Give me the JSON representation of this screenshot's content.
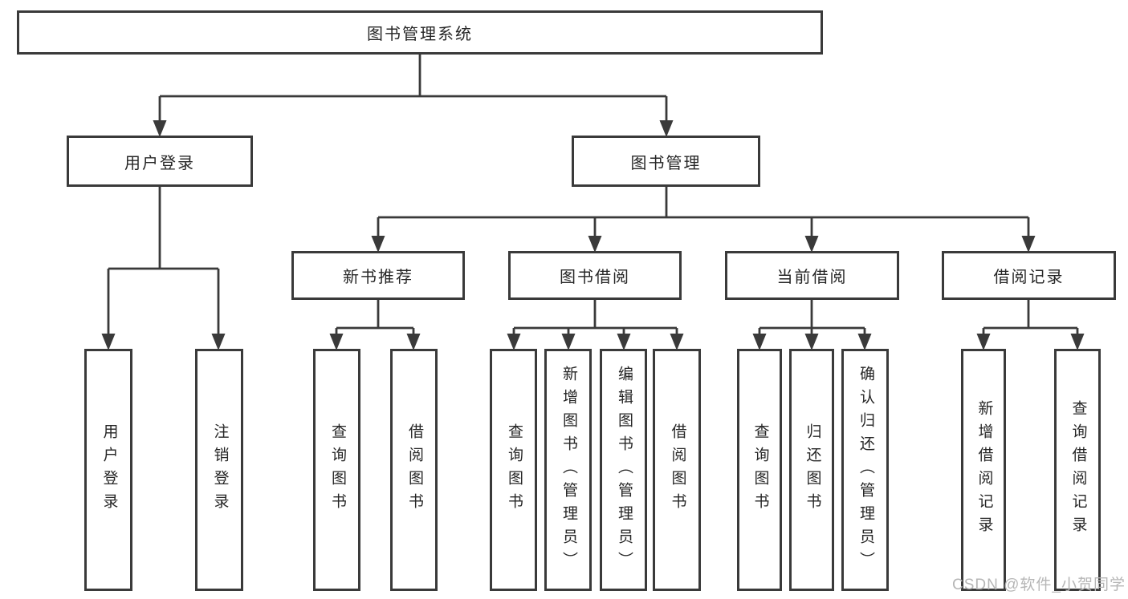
{
  "tree": {
    "label": "图书管理系统",
    "children": [
      {
        "label": "用户登录",
        "children": [
          {
            "label": "用户登录"
          },
          {
            "label": "注销登录"
          }
        ]
      },
      {
        "label": "图书管理",
        "children": [
          {
            "label": "新书推荐",
            "children": [
              {
                "label": "查询图书"
              },
              {
                "label": "借阅图书"
              }
            ]
          },
          {
            "label": "图书借阅",
            "children": [
              {
                "label": "查询图书"
              },
              {
                "label": "新增图书（管理员）"
              },
              {
                "label": "编辑图书（管理员）"
              },
              {
                "label": "借阅图书"
              }
            ]
          },
          {
            "label": "当前借阅",
            "children": [
              {
                "label": "查询图书"
              },
              {
                "label": "归还图书"
              },
              {
                "label": "确认归还（管理员）"
              }
            ]
          },
          {
            "label": "借阅记录",
            "children": [
              {
                "label": "新增借阅记录"
              },
              {
                "label": "查询借阅记录"
              }
            ]
          }
        ]
      }
    ]
  },
  "watermark": {
    "text": "CSDN @软件_小贺同学"
  },
  "colors": {
    "line": "#3a3a3a",
    "box_border": "#3a3a3a",
    "box_background": "#ffffff",
    "text": "#262626",
    "watermark": "#b6b6b6",
    "page_background": "#ffffff"
  }
}
